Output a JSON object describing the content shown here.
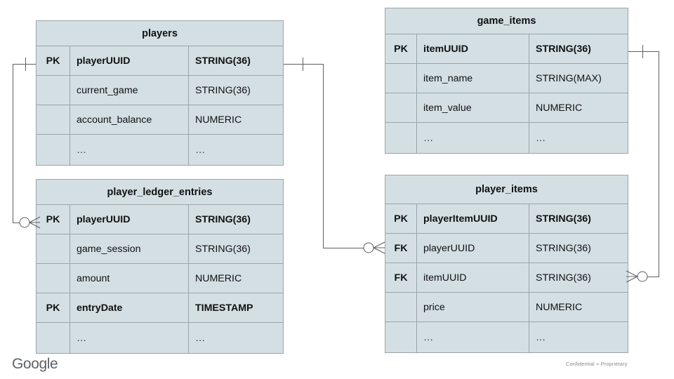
{
  "diagram": {
    "type": "entity-relationship-diagram",
    "notation": "crow's foot",
    "colors": {
      "entity_fill": "#d3dfe3",
      "entity_border": "#9aa5a8",
      "connector": "#5f5f5f",
      "text": "#111111",
      "logo": "#5f6368",
      "footer_text": "#8a8a8a"
    },
    "entities": [
      {
        "id": "players",
        "title": "players",
        "rows": [
          {
            "key": "PK",
            "name": "playerUUID",
            "type": "STRING(36)",
            "bold": true
          },
          {
            "key": "",
            "name": "current_game",
            "type": "STRING(36)",
            "bold": false
          },
          {
            "key": "",
            "name": "account_balance",
            "type": "NUMERIC",
            "bold": false
          },
          {
            "key": "",
            "name": "…",
            "type": "…",
            "bold": false
          }
        ]
      },
      {
        "id": "player_ledger_entries",
        "title": "player_ledger_entries",
        "rows": [
          {
            "key": "PK",
            "name": "playerUUID",
            "type": "STRING(36)",
            "bold": true
          },
          {
            "key": "",
            "name": "game_session",
            "type": "STRING(36)",
            "bold": false
          },
          {
            "key": "",
            "name": "amount",
            "type": "NUMERIC",
            "bold": false
          },
          {
            "key": "PK",
            "name": "entryDate",
            "type": "TIMESTAMP",
            "bold": true
          },
          {
            "key": "",
            "name": "…",
            "type": "…",
            "bold": false
          }
        ]
      },
      {
        "id": "game_items",
        "title": "game_items",
        "rows": [
          {
            "key": "PK",
            "name": "itemUUID",
            "type": "STRING(36)",
            "bold": true
          },
          {
            "key": "",
            "name": "item_name",
            "type": "STRING(MAX)",
            "bold": false
          },
          {
            "key": "",
            "name": "item_value",
            "type": "NUMERIC",
            "bold": false
          },
          {
            "key": "",
            "name": "…",
            "type": "…",
            "bold": false
          }
        ]
      },
      {
        "id": "player_items",
        "title": "player_items",
        "rows": [
          {
            "key": "PK",
            "name": "playerItemUUID",
            "type": "STRING(36)",
            "bold": true
          },
          {
            "key": "FK",
            "name": "playerUUID",
            "type": "STRING(36)",
            "bold": false
          },
          {
            "key": "FK",
            "name": "itemUUID",
            "type": "STRING(36)",
            "bold": false
          },
          {
            "key": "",
            "name": "price",
            "type": "NUMERIC",
            "bold": false
          },
          {
            "key": "",
            "name": "…",
            "type": "…",
            "bold": false
          }
        ]
      }
    ],
    "relationships": [
      {
        "id": "players-to-ledger",
        "from": "players.playerUUID",
        "to": "player_ledger_entries.playerUUID",
        "from_cardinality": "one",
        "to_cardinality": "zero-or-many"
      },
      {
        "id": "players-to-playeritems",
        "from": "players.playerUUID",
        "to": "player_items.playerUUID",
        "from_cardinality": "one",
        "to_cardinality": "zero-or-many"
      },
      {
        "id": "gameitems-to-playeritems",
        "from": "game_items.itemUUID",
        "to": "player_items.itemUUID",
        "from_cardinality": "one",
        "to_cardinality": "zero-or-many"
      }
    ]
  },
  "footer": {
    "logo_text": "Google",
    "confidential_text": "Confidential + Proprietary"
  }
}
